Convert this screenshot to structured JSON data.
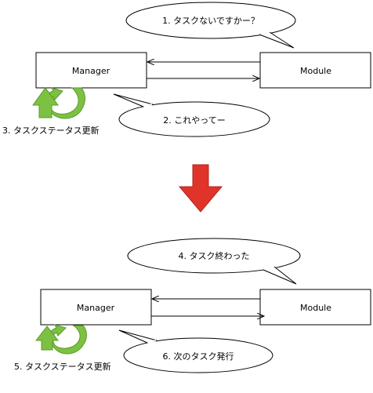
{
  "top": {
    "manager_label": "Manager",
    "module_label": "Module",
    "bubble_module": "1. タスクないですかー？",
    "bubble_manager": "2. これやってー",
    "cycle_label": "3. タスクステータス更新"
  },
  "bottom": {
    "manager_label": "Manager",
    "module_label": "Module",
    "bubble_module": "4. タスク終わった",
    "bubble_manager": "6. 次のタスク発行",
    "cycle_label": "5. タスクステータス更新"
  },
  "colors": {
    "stroke": "#000000",
    "box_fill": "#ffffff",
    "cycle_arrow": "#7dc142",
    "cycle_arrow_dark": "#5a9a2a",
    "down_arrow": "#e0342a",
    "down_arrow_dark": "#b3231b"
  }
}
